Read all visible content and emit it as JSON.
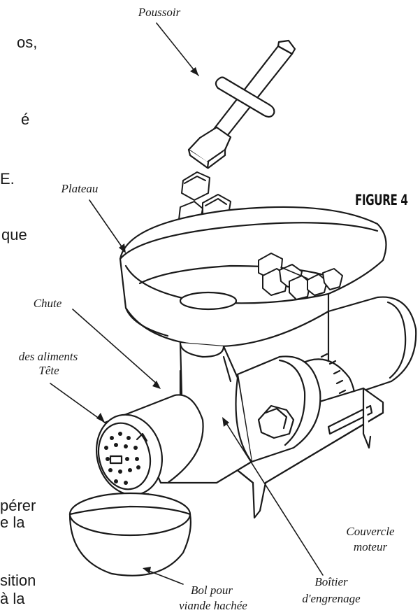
{
  "figure": {
    "title": "FIGURE 4"
  },
  "labels": {
    "poussoir": "Poussoir",
    "plateau": "Plateau",
    "chute": "Chute",
    "chute_line2": "des aliments",
    "tete": "Tête",
    "couvercle_line1": "Couvercle",
    "couvercle_line2": "moteur",
    "bol_line1": "Bol pour",
    "bol_line2": "viande hachée",
    "boitier_line1": "Boîtier",
    "boitier_line2": "d'engrenage"
  },
  "clipped_text": [
    {
      "id": "t1",
      "text": "os,"
    },
    {
      "id": "t2",
      "text": "é"
    },
    {
      "id": "t3",
      "text": "E."
    },
    {
      "id": "t4",
      "text": "que"
    },
    {
      "id": "t5",
      "text": "pérer"
    },
    {
      "id": "t6",
      "text": "e la"
    },
    {
      "id": "t7",
      "text": "sition"
    },
    {
      "id": "t8",
      "text": "à la"
    }
  ],
  "colors": {
    "ink": "#1a1a1a",
    "paper": "#ffffff"
  }
}
